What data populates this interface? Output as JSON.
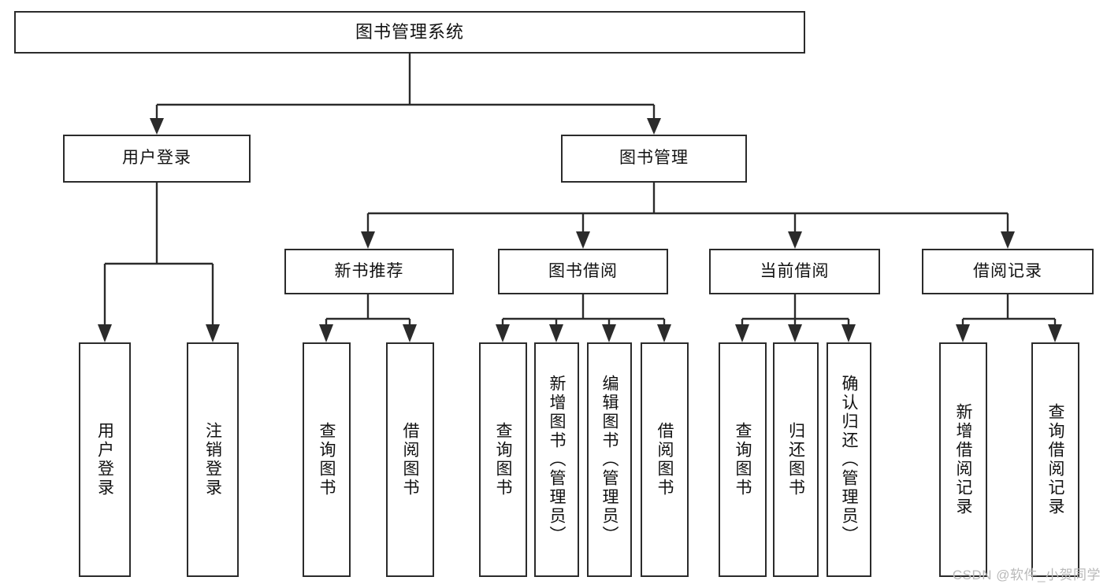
{
  "diagram": {
    "title": "图书管理系统",
    "type": "tree",
    "nodes": {
      "root": {
        "label": "图书管理系统"
      },
      "level2": [
        {
          "id": "user-login",
          "label": "用户登录"
        },
        {
          "id": "book-management",
          "label": "图书管理"
        }
      ],
      "level3": [
        {
          "id": "new-book-recommend",
          "label": "新书推荐"
        },
        {
          "id": "book-borrow",
          "label": "图书借阅"
        },
        {
          "id": "current-borrow",
          "label": "当前借阅"
        },
        {
          "id": "borrow-record",
          "label": "借阅记录"
        }
      ],
      "leaves": [
        {
          "id": "leaf-user-login",
          "label": "用户登录",
          "parent": "user-login"
        },
        {
          "id": "leaf-user-logout",
          "label": "注销登录",
          "parent": "user-login"
        },
        {
          "id": "leaf-query-book-1",
          "label": "查询图书",
          "parent": "new-book-recommend"
        },
        {
          "id": "leaf-borrow-book-1",
          "label": "借阅图书",
          "parent": "new-book-recommend"
        },
        {
          "id": "leaf-query-book-2",
          "label": "查询图书",
          "parent": "book-borrow"
        },
        {
          "id": "leaf-add-book",
          "label": "新增图书（管理员）",
          "parent": "book-borrow"
        },
        {
          "id": "leaf-edit-book",
          "label": "编辑图书（管理员）",
          "parent": "book-borrow"
        },
        {
          "id": "leaf-borrow-book-2",
          "label": "借阅图书",
          "parent": "book-borrow"
        },
        {
          "id": "leaf-query-book-3",
          "label": "查询图书",
          "parent": "current-borrow"
        },
        {
          "id": "leaf-return-book",
          "label": "归还图书",
          "parent": "current-borrow"
        },
        {
          "id": "leaf-confirm-return",
          "label": "确认归还（管理员）",
          "parent": "current-borrow"
        },
        {
          "id": "leaf-add-record",
          "label": "新增借阅记录",
          "parent": "borrow-record"
        },
        {
          "id": "leaf-query-record",
          "label": "查询借阅记录",
          "parent": "borrow-record"
        }
      ]
    },
    "colors": {
      "stroke": "#2b2b2b",
      "fill": "#ffffff",
      "text": "#111111",
      "watermark": "#b9b9b9"
    }
  },
  "watermark": {
    "text": "CSDN @软件_小贺同学"
  }
}
